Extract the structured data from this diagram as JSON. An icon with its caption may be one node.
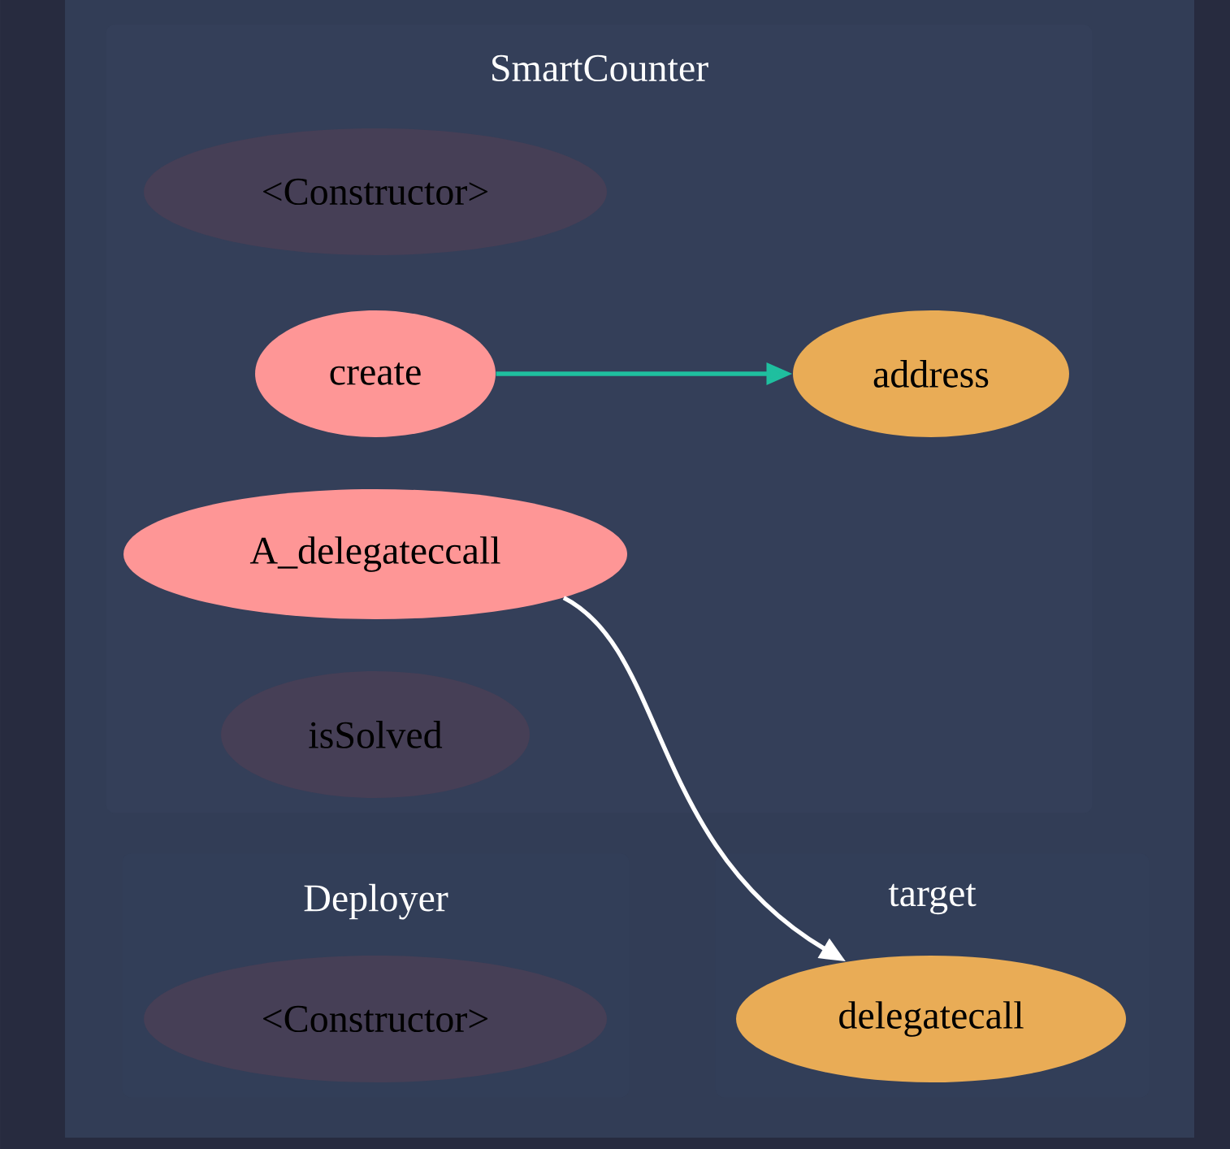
{
  "diagram": {
    "nodes": [
      {
        "text": [
          "SmartCounter"
        ]
      },
      {
        "text": [
          "<Constructor>"
        ],
        "in": 0
      },
      {
        "text": [
          "create"
        ],
        "in": 0
      },
      {
        "text": [
          "address"
        ],
        "in": 0
      },
      {
        "text": [
          "A_delegateccall"
        ],
        "in": 0
      },
      {
        "text": [
          "isSolved"
        ],
        "in": 0
      },
      {
        "text": [
          "Deployer"
        ]
      },
      {
        "text": [
          "<Constructor>"
        ],
        "in": 6
      },
      {
        "text": [
          "target"
        ]
      },
      {
        "text": [
          "delegatecall"
        ],
        "in": 8
      }
    ],
    "edges": [
      {
        "from": 2,
        "to": 3,
        "arrow": "to",
        "color": "#1fbf9f"
      },
      {
        "from": 4,
        "to": 9,
        "arrow": "to",
        "color": "#ffffff"
      }
    ]
  }
}
